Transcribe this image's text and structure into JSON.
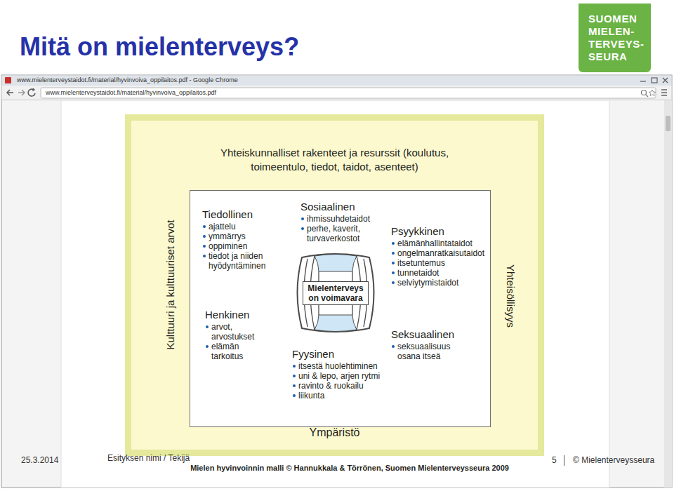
{
  "diagram": {
    "title": "Mitä on mielenterveys?",
    "caption": "Mielen hyvinvoinnin malli © Hannukkala & Törrönen, Suomen Mielenterveysseura 2009",
    "nodes": [
      {
        "text": [
          "SUOMEN MIELEN- TERVEYS- SEURA"
        ]
      },
      {
        "text": [
          "www.mielenterveystaidot.fi/material/hyvinvoiva_oppilaitos.pdf - Google Chrome",
          "www.mielenterveystaidot.fi/material/hyvinvoiva_oppilaitos.pdf"
        ]
      },
      {
        "text": [
          "Yhteiskunnalliset rakenteet ja resurssit (koulutus, toimeentulo, tiedot, taidot, asenteet)",
          "Kulttuuri ja kulttuuriset arvot",
          "Yhteisöllisyys",
          "Ympäristö"
        ],
        "in": 1
      },
      {
        "text": [
          "Tiedollinen",
          "ajattelu",
          "ymmärrys",
          "oppiminen",
          "tiedot ja niiden hyödyntäminen",
          "Sosiaalinen",
          "ihmissuhdetaidot",
          "perhe, kaverit, turvaverkostot",
          "Psyykkinen",
          "elämänhallintataidot",
          "ongelmanratkaisutaidot",
          "itsetuntemus",
          "tunnetaidot",
          "selviytymistaidot",
          "Henkinen",
          "arvot, arvostukset",
          "elämän tarkoitus",
          "Fyysinen",
          "itsestä huolehtiminen",
          "uni & lepo, arjen rytmi",
          "ravinto & ruokailu",
          "liikunta",
          "Seksuaalinen",
          "seksuaalisuus osana itseä"
        ],
        "in": 2
      },
      {
        "text": [
          "Mielenterveys on voimavara"
        ],
        "in": 3
      }
    ],
    "labels": [
      "25.3.2014",
      "Esityksen nimi / Tekijä",
      "5",
      "© Mielenterveysseura"
    ]
  }
}
